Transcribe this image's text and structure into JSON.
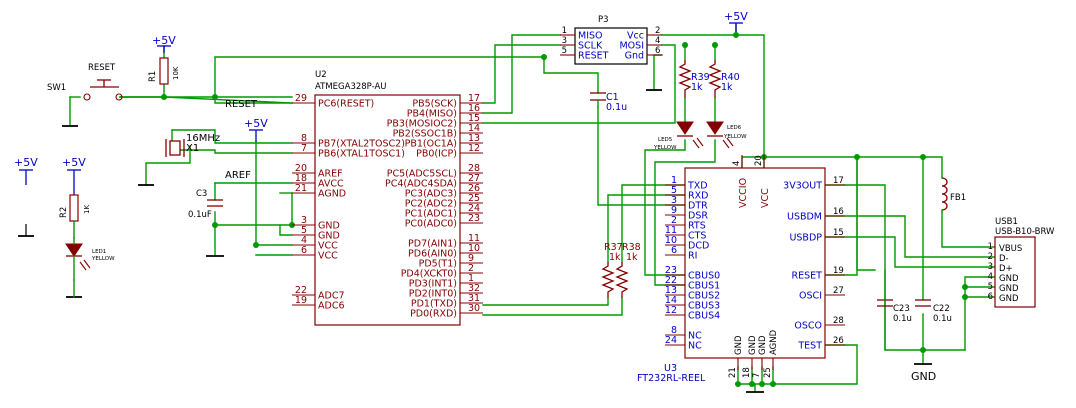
{
  "power_labels": {
    "vcc": "+5V",
    "gnd": "GND"
  },
  "sw1": {
    "ref": "SW1",
    "value": "RESET"
  },
  "r1": {
    "ref": "R1",
    "value": "10K"
  },
  "r2": {
    "ref": "R2",
    "value": "1K"
  },
  "led1": {
    "ref": "LED1",
    "value": "YELLOW"
  },
  "x1": {
    "ref": "X1",
    "value": "16MHz"
  },
  "c3": {
    "ref": "C3",
    "value": "0.1uF"
  },
  "net_labels": {
    "reset": "RESET",
    "aref": "AREF"
  },
  "u2": {
    "ref": "U2",
    "value": "ATMEGA328P-AU",
    "left_pins": [
      {
        "num": "29",
        "name": "PC6(RESET)"
      },
      {
        "num": "8",
        "name": "PB7(XTAL2TOSC2)"
      },
      {
        "num": "7",
        "name": "PB6(XTAL1TOSC1)"
      },
      {
        "num": "20",
        "name": "AREF"
      },
      {
        "num": "18",
        "name": "AVCC"
      },
      {
        "num": "21",
        "name": "AGND"
      },
      {
        "num": "3",
        "name": "GND"
      },
      {
        "num": "5",
        "name": "GND"
      },
      {
        "num": "4",
        "name": "VCC"
      },
      {
        "num": "6",
        "name": "VCC"
      },
      {
        "num": "22",
        "name": "ADC7"
      },
      {
        "num": "19",
        "name": "ADC6"
      }
    ],
    "right_pins": [
      {
        "num": "17",
        "name": "PB5(SCK)"
      },
      {
        "num": "16",
        "name": "PB4(MISO)"
      },
      {
        "num": "15",
        "name": "PB3(MOSIOC2)"
      },
      {
        "num": "14",
        "name": "PB2(SSOC1B)"
      },
      {
        "num": "13",
        "name": "PB1(OC1A)"
      },
      {
        "num": "12",
        "name": "PB0(ICP)"
      },
      {
        "num": "28",
        "name": "PC5(ADC5SCL)"
      },
      {
        "num": "27",
        "name": "PC4(ADC4SDA)"
      },
      {
        "num": "26",
        "name": "PC3(ADC3)"
      },
      {
        "num": "25",
        "name": "PC2(ADC2)"
      },
      {
        "num": "24",
        "name": "PC1(ADC1)"
      },
      {
        "num": "23",
        "name": "PC0(ADC0)"
      },
      {
        "num": "11",
        "name": "PD7(AIN1)"
      },
      {
        "num": "10",
        "name": "PD6(AIN0)"
      },
      {
        "num": "9",
        "name": "PD5(T1)"
      },
      {
        "num": "2",
        "name": "PD4(XCKT0)"
      },
      {
        "num": "1",
        "name": "PD3(INT1)"
      },
      {
        "num": "32",
        "name": "PD2(INT0)"
      },
      {
        "num": "31",
        "name": "PD1(TXD)"
      },
      {
        "num": "30",
        "name": "PD0(RXD)"
      }
    ]
  },
  "p3": {
    "ref": "P3",
    "left_pins": [
      {
        "num": "1",
        "name": "MISO"
      },
      {
        "num": "3",
        "name": "SCLK"
      },
      {
        "num": "5",
        "name": "RESET"
      }
    ],
    "right_pins": [
      {
        "num": "2",
        "name": "Vcc"
      },
      {
        "num": "4",
        "name": "MOSI"
      },
      {
        "num": "6",
        "name": "Gnd"
      }
    ]
  },
  "c1": {
    "ref": "C1",
    "value": "0.1u"
  },
  "r39": {
    "ref": "R39",
    "value": "1k"
  },
  "r40": {
    "ref": "R40",
    "value": "1k"
  },
  "led5": {
    "ref": "LED5",
    "value": "YELLOW"
  },
  "led6": {
    "ref": "LED6",
    "value": "YELLOW"
  },
  "r37": {
    "ref": "R37",
    "value": "1k"
  },
  "r38": {
    "ref": "R38",
    "value": "1k"
  },
  "u3": {
    "ref": "U3",
    "value": "FT232RL-REEL",
    "left_pins": [
      {
        "num": "1",
        "name": "TXD"
      },
      {
        "num": "5",
        "name": "RXD"
      },
      {
        "num": "3",
        "name": "DTR"
      },
      {
        "num": "9",
        "name": "DSR"
      },
      {
        "num": "2",
        "name": "RTS"
      },
      {
        "num": "11",
        "name": "CTS"
      },
      {
        "num": "10",
        "name": "DCD"
      },
      {
        "num": "6",
        "name": "RI"
      },
      {
        "num": "23",
        "name": "CBUS0"
      },
      {
        "num": "22",
        "name": "CBUS1"
      },
      {
        "num": "13",
        "name": "CBUS2"
      },
      {
        "num": "14",
        "name": "CBUS3"
      },
      {
        "num": "12",
        "name": "CBUS4"
      },
      {
        "num": "8",
        "name": "NC"
      },
      {
        "num": "24",
        "name": "NC"
      }
    ],
    "right_pins": [
      {
        "num": "17",
        "name": "3V3OUT"
      },
      {
        "num": "16",
        "name": "USBDM"
      },
      {
        "num": "15",
        "name": "USBDP"
      },
      {
        "num": "19",
        "name": "RESET"
      },
      {
        "num": "27",
        "name": "OSCI"
      },
      {
        "num": "28",
        "name": "OSCO"
      },
      {
        "num": "26",
        "name": "TEST"
      }
    ],
    "top_pins": [
      {
        "num": "4",
        "name": "VCCIO"
      },
      {
        "num": "20",
        "name": "VCC"
      }
    ],
    "bottom_pins": [
      {
        "num": "21",
        "name": "GND"
      },
      {
        "num": "18",
        "name": "GND"
      },
      {
        "num": "7",
        "name": "GND"
      },
      {
        "num": "25",
        "name": "AGND"
      }
    ]
  },
  "fb1": {
    "ref": "FB1"
  },
  "c23": {
    "ref": "C23",
    "value": "0.1u"
  },
  "c22": {
    "ref": "C22",
    "value": "0.1u"
  },
  "usb1": {
    "ref": "USB1",
    "value": "USB-B10-BRW",
    "pins": [
      {
        "num": "1",
        "name": "VBUS"
      },
      {
        "num": "2",
        "name": "D-"
      },
      {
        "num": "3",
        "name": "D+"
      },
      {
        "num": "4",
        "name": "GND"
      },
      {
        "num": "5",
        "name": "GND"
      },
      {
        "num": "6",
        "name": "GND"
      }
    ]
  }
}
